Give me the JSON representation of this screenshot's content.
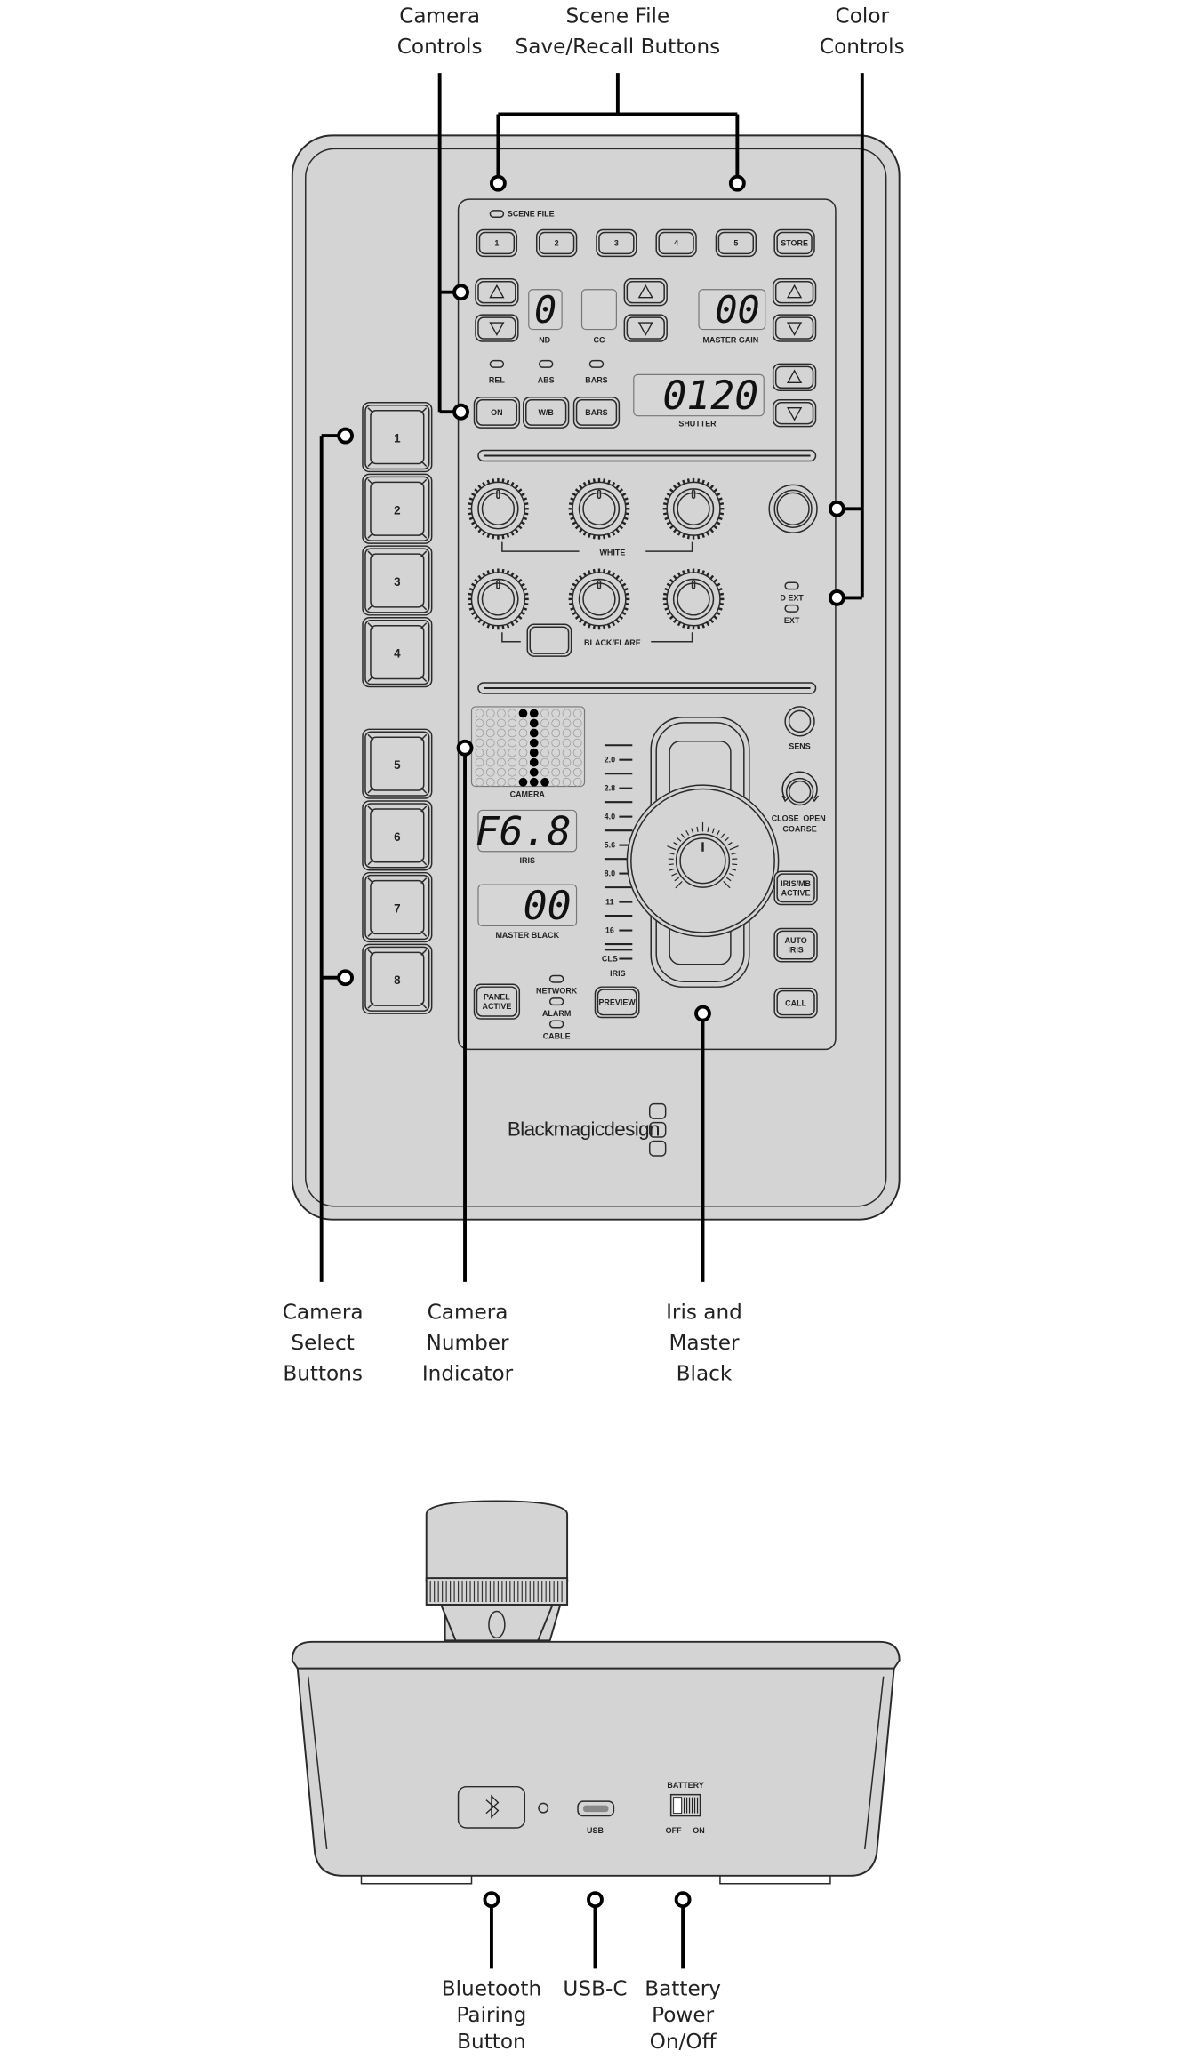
{
  "callouts_top": [
    {
      "lines": [
        "Camera",
        "Controls"
      ]
    },
    {
      "lines": [
        "Scene File",
        "Save/Recall Buttons"
      ]
    },
    {
      "lines": [
        "Color",
        "Controls"
      ]
    }
  ],
  "callouts_middle": [
    {
      "lines": [
        "Camera",
        "Select",
        "Buttons"
      ]
    },
    {
      "lines": [
        "Camera",
        "Number",
        "Indicator"
      ]
    },
    {
      "lines": [
        "Iris and",
        "Master",
        "Black"
      ]
    }
  ],
  "callouts_bottom": [
    {
      "lines": [
        "Bluetooth",
        "Pairing",
        "Button"
      ]
    },
    {
      "lines": [
        "USB-C"
      ]
    },
    {
      "lines": [
        "Battery",
        "Power",
        "On/Off"
      ]
    }
  ],
  "panel": {
    "scene_file_label": "SCENE FILE",
    "scene_buttons": [
      "1",
      "2",
      "3",
      "4",
      "5",
      "STORE"
    ],
    "nd_label": "ND",
    "nd_value": "0",
    "cc_label": "CC",
    "master_gain_label": "MASTER GAIN",
    "master_gain_value": "00",
    "leds": [
      "REL",
      "ABS",
      "BARS"
    ],
    "mode_buttons": [
      "ON",
      "W/B",
      "BARS"
    ],
    "shutter_label": "SHUTTER",
    "shutter_value": "0120",
    "white_label": "WHITE",
    "black_flare_label": "BLACK/FLARE",
    "d_ext_label": "D EXT",
    "ext_label": "EXT",
    "camera_label": "CAMERA",
    "camera_number": "1",
    "iris_label": "IRIS",
    "iris_value": "F6.8",
    "master_black_label": "MASTER BLACK",
    "master_black_value": "00",
    "iris_scale": [
      "2.0",
      "2.8",
      "4.0",
      "5.6",
      "8.0",
      "11",
      "16",
      "CLS"
    ],
    "iris_scale_label": "IRIS",
    "sens_label": "SENS",
    "close_label": "CLOSE",
    "open_label": "OPEN",
    "coarse_label": "COARSE",
    "iris_mb_active": [
      "IRIS/MB",
      "ACTIVE"
    ],
    "auto_iris": [
      "AUTO",
      "IRIS"
    ],
    "call_label": "CALL",
    "panel_active": [
      "PANEL",
      "ACTIVE"
    ],
    "status_leds": [
      "NETWORK",
      "ALARM",
      "CABLE"
    ],
    "preview_label": "PREVIEW",
    "camera_select": [
      "1",
      "2",
      "3",
      "4",
      "5",
      "6",
      "7",
      "8"
    ],
    "logo": "Blackmagicdesign"
  },
  "rear": {
    "bluetooth_icon": "bluetooth-icon",
    "usb_label": "USB",
    "battery_label": "BATTERY",
    "off_label": "OFF",
    "on_label": "ON"
  }
}
